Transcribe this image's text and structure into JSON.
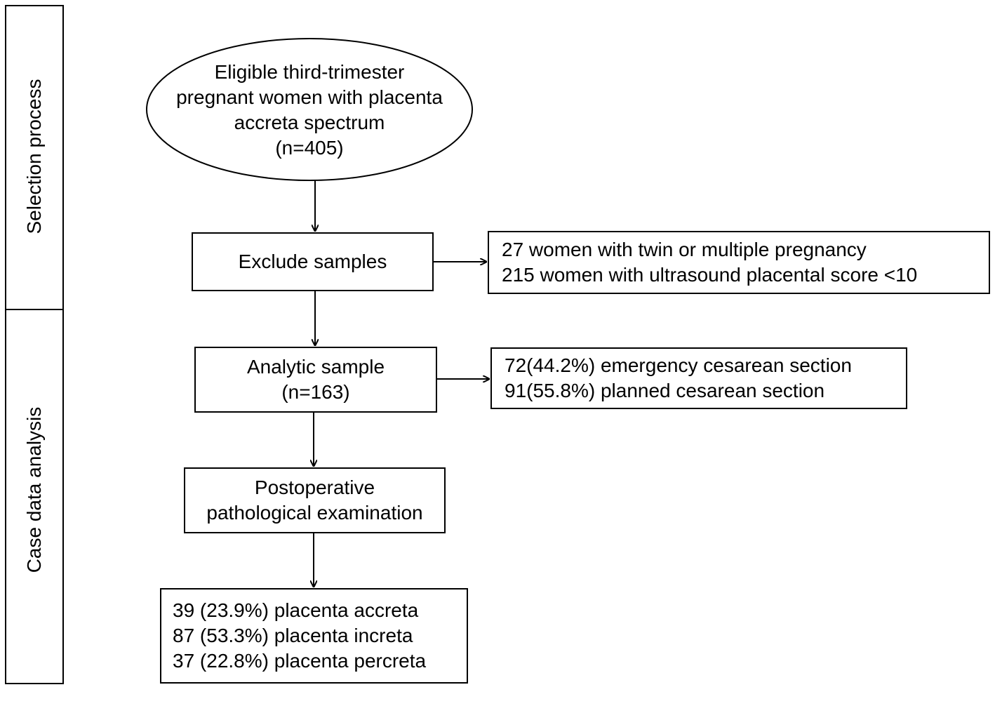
{
  "sidebar": {
    "sections": [
      {
        "label": "Selection process"
      },
      {
        "label": "Case data analysis"
      }
    ]
  },
  "nodes": {
    "eligible": {
      "lines": [
        "Eligible third-trimester",
        "pregnant women with placenta",
        "accreta spectrum",
        "(n=405)"
      ]
    },
    "exclude": {
      "lines": [
        "Exclude samples"
      ]
    },
    "exclude_detail": {
      "lines": [
        "27 women with twin or multiple pregnancy",
        "215 women with ultrasound placental score <10"
      ]
    },
    "analytic": {
      "lines": [
        "Analytic sample",
        "(n=163)"
      ]
    },
    "analytic_detail": {
      "lines": [
        "72(44.2%) emergency cesarean section",
        "91(55.8%) planned cesarean section"
      ]
    },
    "postop": {
      "lines": [
        "Postoperative",
        "pathological examination"
      ]
    },
    "results": {
      "lines": [
        "39 (23.9%) placenta accreta",
        "87 (53.3%) placenta increta",
        "37 (22.8%) placenta percreta"
      ]
    }
  }
}
